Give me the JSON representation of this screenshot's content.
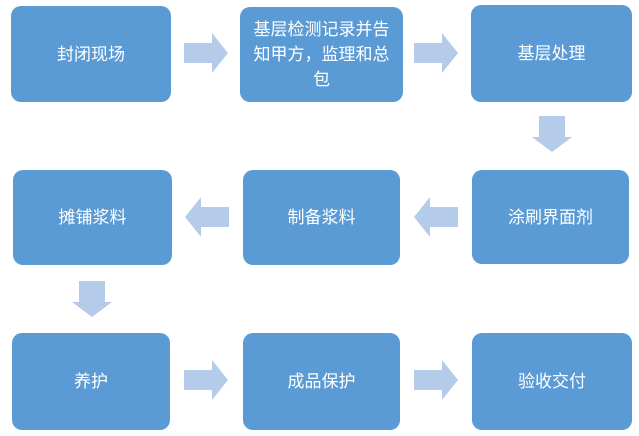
{
  "theme": {
    "canvas_bg": "#FFFFFF",
    "node_fill": "#5B9BD5",
    "node_text": "#FFFFFF",
    "arrow_fill": "#B4CCE9"
  },
  "diagram": {
    "type": "flowchart",
    "nodes": [
      {
        "id": 1,
        "label": "封闭现场",
        "row": 1,
        "col": 1
      },
      {
        "id": 2,
        "label": "基层检测记录并告知甲方，监理和总包",
        "row": 1,
        "col": 2
      },
      {
        "id": 3,
        "label": "基层处理",
        "row": 1,
        "col": 3
      },
      {
        "id": 4,
        "label": "涂刷界面剂",
        "row": 2,
        "col": 3
      },
      {
        "id": 5,
        "label": "制备浆料",
        "row": 2,
        "col": 2
      },
      {
        "id": 6,
        "label": "摊铺浆料",
        "row": 2,
        "col": 1
      },
      {
        "id": 7,
        "label": "养护",
        "row": 3,
        "col": 1
      },
      {
        "id": 8,
        "label": "成品保护",
        "row": 3,
        "col": 2
      },
      {
        "id": 9,
        "label": "验收交付",
        "row": 3,
        "col": 3
      }
    ],
    "edges": [
      {
        "from": 1,
        "to": 2,
        "direction": "right"
      },
      {
        "from": 2,
        "to": 3,
        "direction": "right"
      },
      {
        "from": 3,
        "to": 4,
        "direction": "down"
      },
      {
        "from": 4,
        "to": 5,
        "direction": "left"
      },
      {
        "from": 5,
        "to": 6,
        "direction": "left"
      },
      {
        "from": 6,
        "to": 7,
        "direction": "down"
      },
      {
        "from": 7,
        "to": 8,
        "direction": "right"
      },
      {
        "from": 8,
        "to": 9,
        "direction": "right"
      }
    ]
  }
}
